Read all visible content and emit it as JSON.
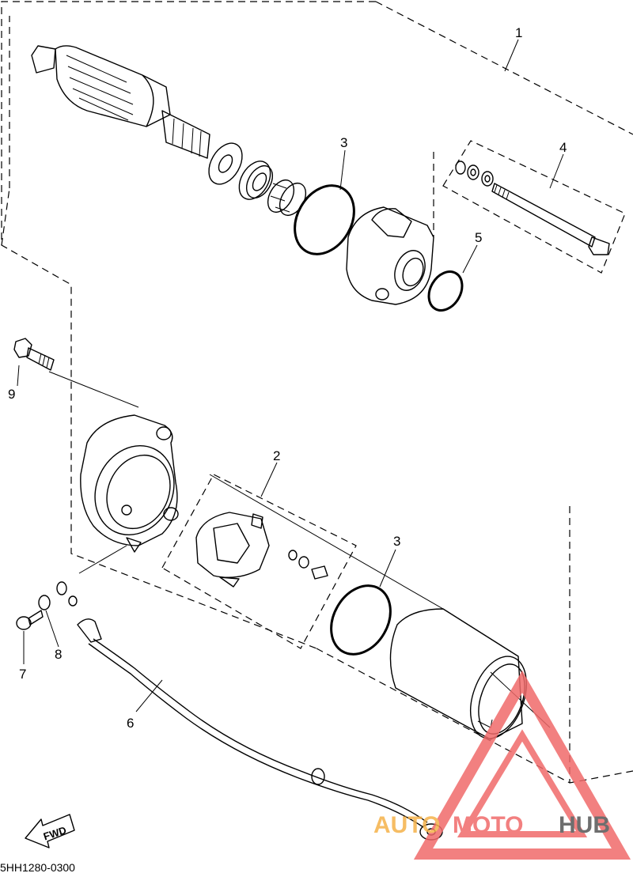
{
  "diagram": {
    "callouts": {
      "c1": "1",
      "c2": "2",
      "c3a": "3",
      "c3b": "3",
      "c4": "4",
      "c5": "5",
      "c6": "6",
      "c7": "7",
      "c8": "8",
      "c9": "9"
    },
    "fwd_label": "FWD",
    "drawing_code": "5HH1280-0300"
  },
  "watermark": {
    "part1": "AUTO",
    "part2": "MOTO",
    "part3": "HUB",
    "colors": {
      "red": "#f06a6a",
      "orange": "#f5b24a",
      "dark": "#555555"
    }
  }
}
